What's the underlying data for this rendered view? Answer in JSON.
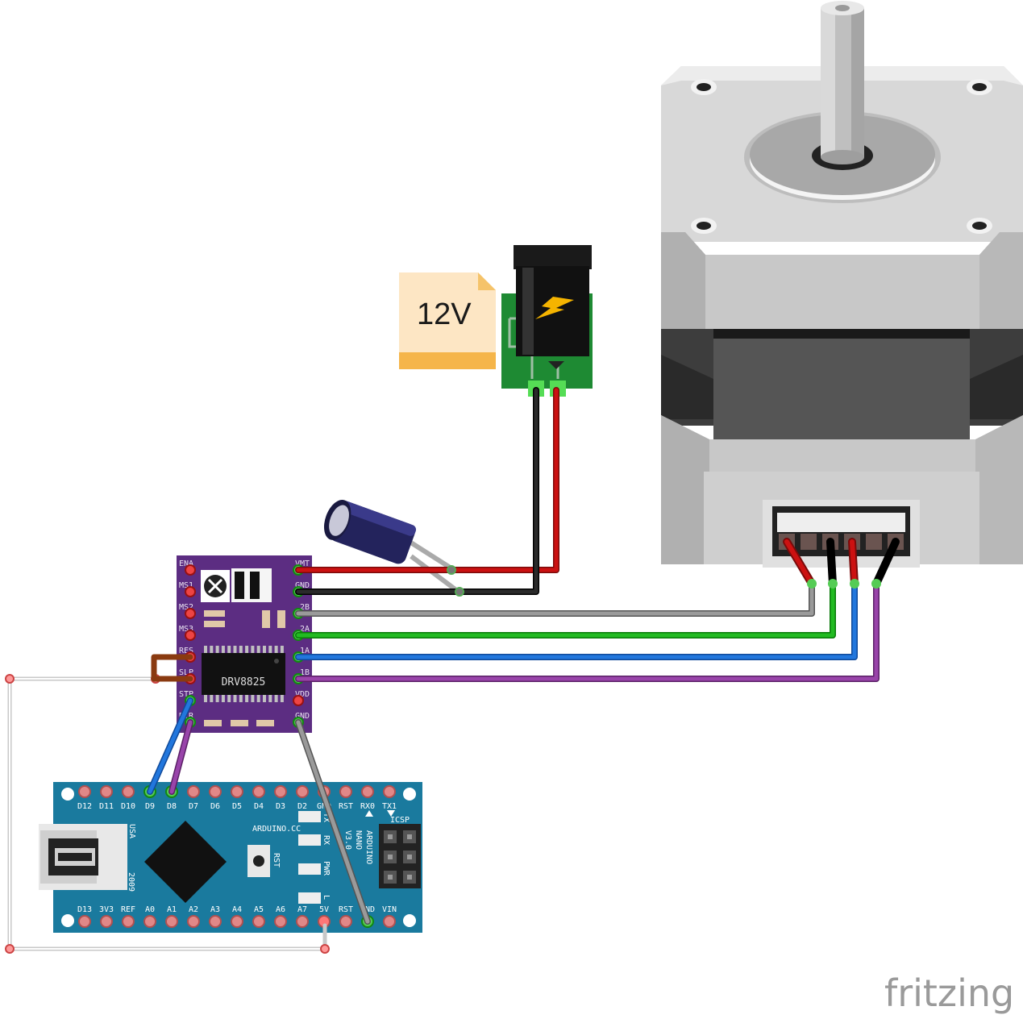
{
  "power_note": {
    "label": "12V"
  },
  "driver": {
    "chip_label": "DRV8825",
    "left_pins": [
      "ENA",
      "MS1",
      "MS2",
      "MS3",
      "RES",
      "SLP",
      "STP",
      "DIR"
    ],
    "right_pins": [
      "VMT",
      "GND",
      "2B",
      "2A",
      "1A",
      "1B",
      "VDD",
      "GND"
    ]
  },
  "nano": {
    "top_pins": [
      "D12",
      "D11",
      "D10",
      "D9",
      "D8",
      "D7",
      "D6",
      "D5",
      "D4",
      "D3",
      "D2",
      "GND",
      "RST",
      "RX0",
      "TX1"
    ],
    "bottom_pins": [
      "D13",
      "3V3",
      "REF",
      "A0",
      "A1",
      "A2",
      "A3",
      "A4",
      "A5",
      "A6",
      "A7",
      "5V",
      "RST",
      "GND",
      "VIN"
    ],
    "brand": "ARDUINO.CC",
    "board_name": [
      "ARDUINO",
      "NANO",
      "V3.0"
    ],
    "icsp": "ICSP",
    "usa": "USA",
    "year": "2009",
    "rst_button": "RST",
    "led_labels": [
      "TX",
      "RX",
      "PWR",
      "L"
    ]
  },
  "watermark": "fritzing",
  "colors": {
    "wire_red": "#cc1111",
    "wire_black": "#1a1a1a",
    "wire_gray": "#8a8a8a",
    "wire_green": "#22bb22",
    "wire_blue": "#2277dd",
    "wire_purple": "#9944aa",
    "driver_pcb": "#5c2d82",
    "nano_pcb": "#1a7a9e",
    "jack_pcb": "#1e8a33"
  }
}
